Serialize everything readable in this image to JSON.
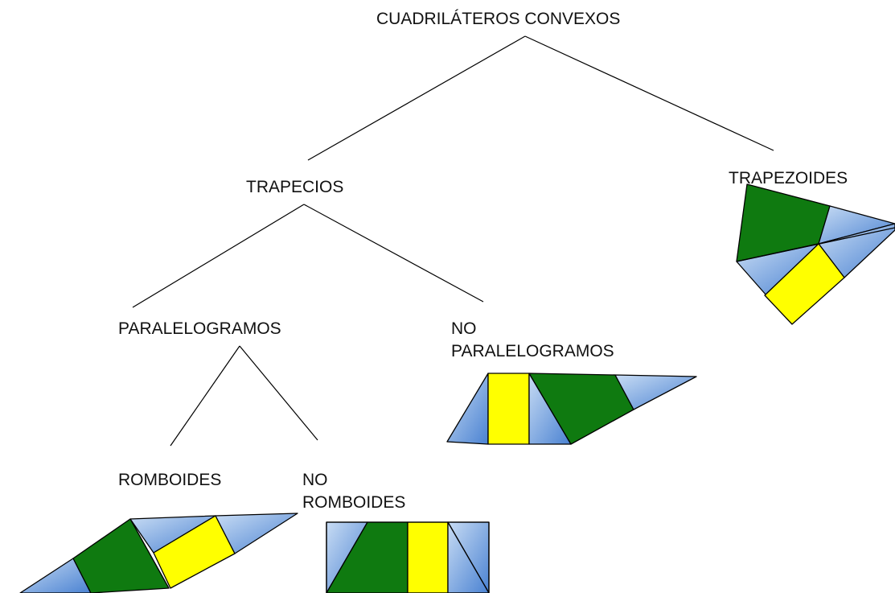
{
  "diagram": {
    "root": {
      "label": "CUADRILÁTEROS CONVEXOS"
    },
    "trapecios": {
      "label": "TRAPECIOS"
    },
    "trapezoides": {
      "label": "TRAPEZOIDES"
    },
    "paralelogramos": {
      "label": "PARALELOGRAMOS"
    },
    "no_paralelogramos": {
      "line1": "NO",
      "line2": "PARALELOGRAMOS"
    },
    "romboides": {
      "label": "ROMBOIDES"
    },
    "no_romboides": {
      "line1": "NO",
      "line2": "ROMBOIDES"
    }
  },
  "colors": {
    "green": "#0f7a10",
    "yellow": "#ffff00",
    "blue_light": "#b9d3f0",
    "blue_dark": "#4f86d4",
    "stroke": "#000000"
  }
}
